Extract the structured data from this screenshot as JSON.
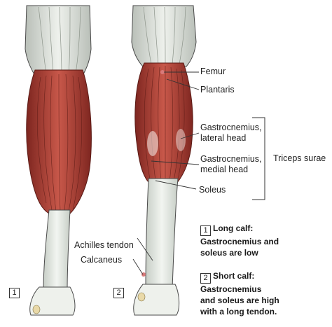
{
  "labels": {
    "femur": "Femur",
    "plantaris": "Plantaris",
    "gastro_lateral": "Gastrocnemius,\nlateral head",
    "gastro_medial": "Gastrocnemius,\nmedial head",
    "soleus": "Soleus",
    "triceps_surae": "Triceps surae",
    "achilles": "Achilles tendon",
    "calcaneus": "Calcaneus"
  },
  "figures": {
    "fig1_number": "1",
    "fig2_number": "2"
  },
  "notes": {
    "long_calf": {
      "number": "1",
      "title": "Long calf:",
      "text": "Gastrocnemius and\nsoleus are low"
    },
    "short_calf": {
      "number": "2",
      "title": "Short calf:",
      "text": "Gastrocnemius\nand soleus are high\nwith a long tendon."
    }
  },
  "colors": {
    "muscle": "#b5453a",
    "muscle_dark": "#7e2620",
    "tendon": "#e6ece6",
    "skin_outline": "#4a4a4a",
    "bone": "#e9d9a8"
  }
}
